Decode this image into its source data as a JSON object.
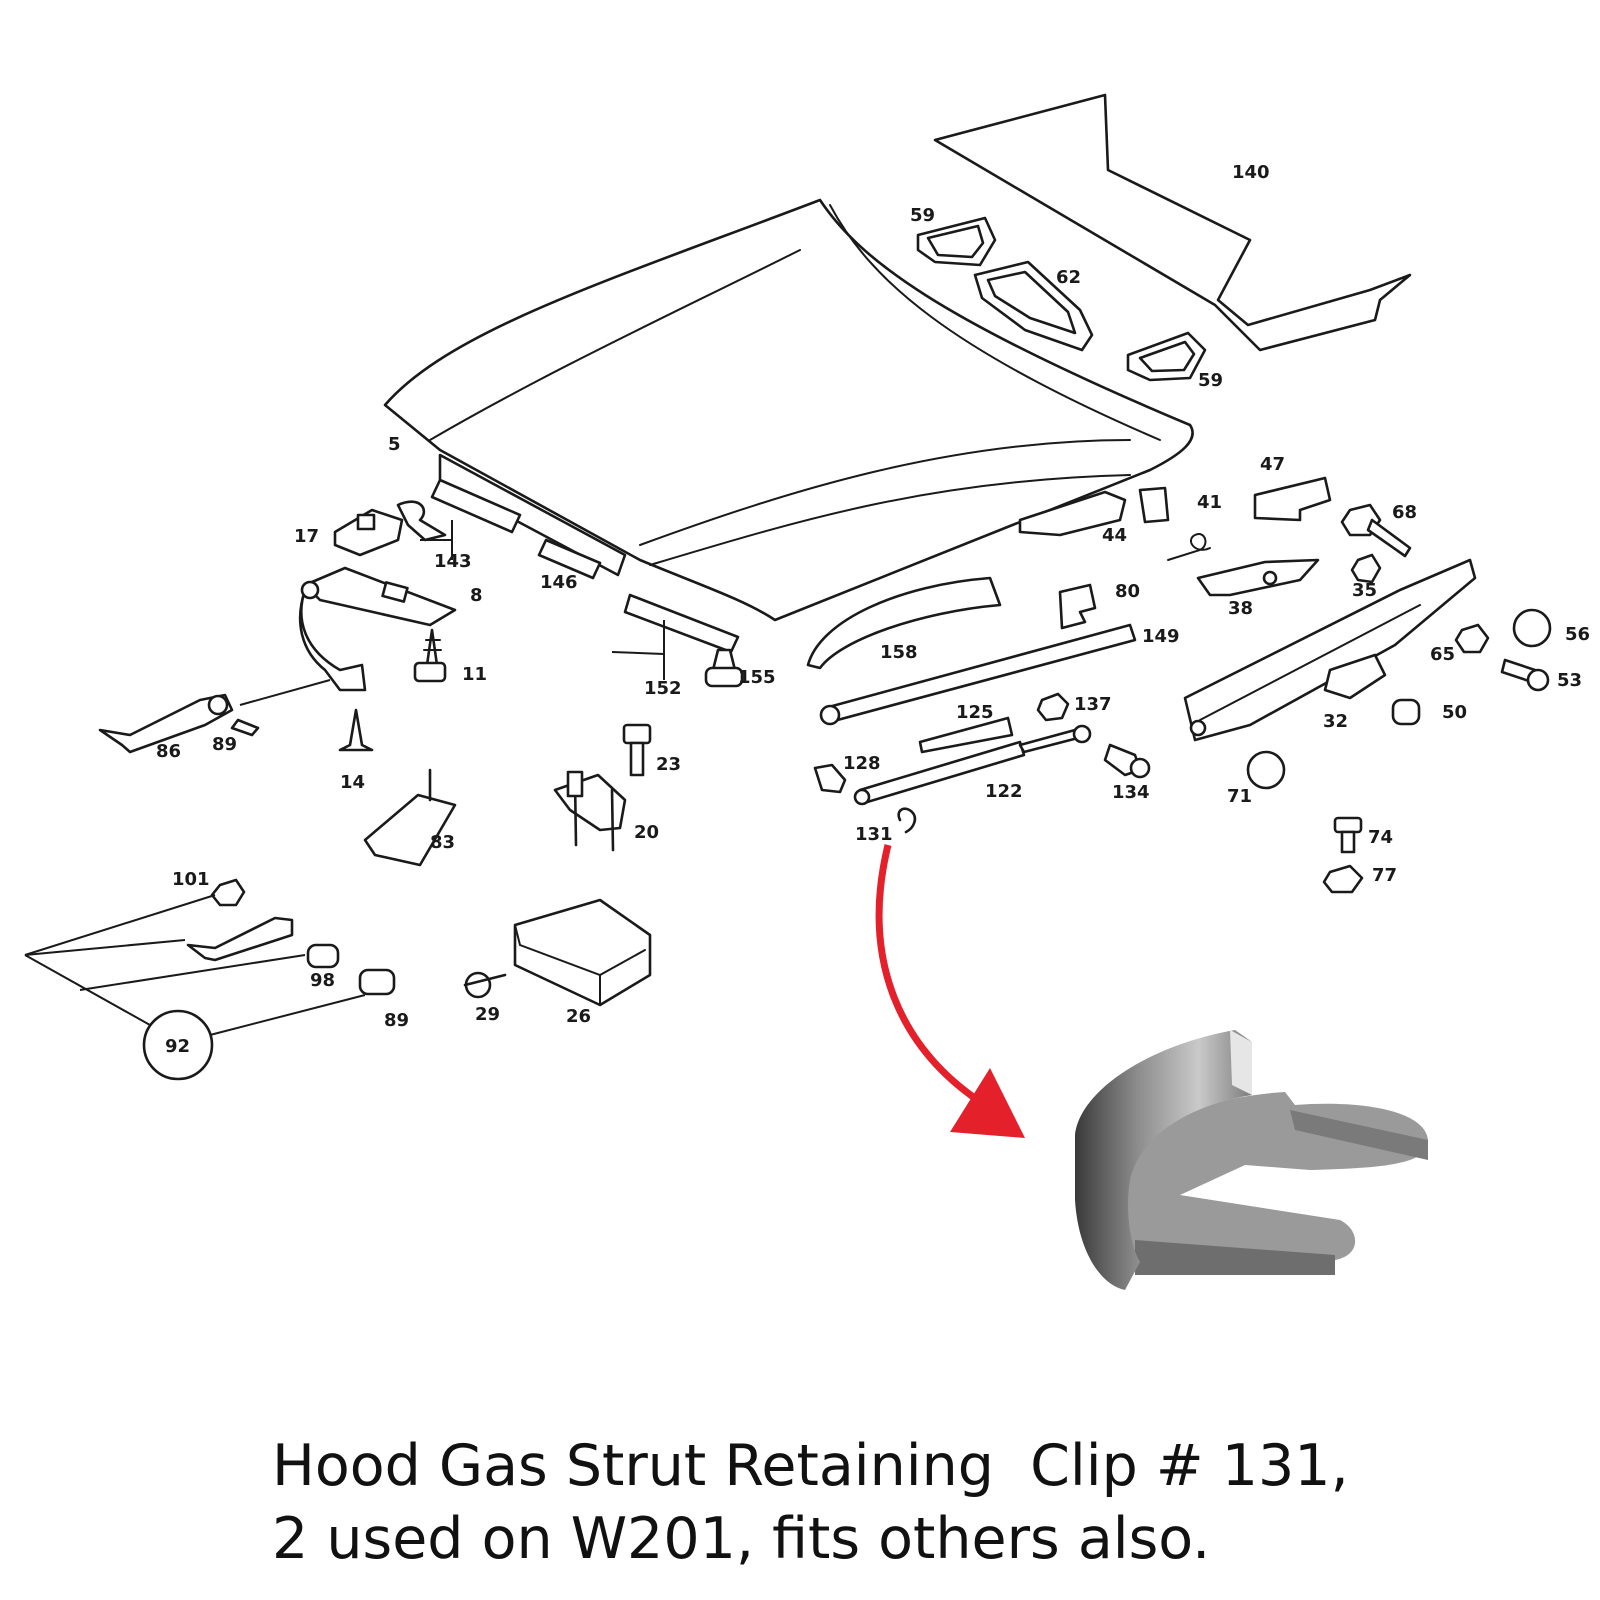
{
  "callouts": [
    {
      "id": "140"
    },
    {
      "id": "59"
    },
    {
      "id": "62"
    },
    {
      "id": "59b",
      "text": "59"
    },
    {
      "id": "5"
    },
    {
      "id": "47"
    },
    {
      "id": "41"
    },
    {
      "id": "68"
    },
    {
      "id": "44"
    },
    {
      "id": "17"
    },
    {
      "id": "143"
    },
    {
      "id": "8"
    },
    {
      "id": "146"
    },
    {
      "id": "35"
    },
    {
      "id": "38"
    },
    {
      "id": "80"
    },
    {
      "id": "149"
    },
    {
      "id": "56"
    },
    {
      "id": "65"
    },
    {
      "id": "53"
    },
    {
      "id": "11"
    },
    {
      "id": "158"
    },
    {
      "id": "152"
    },
    {
      "id": "155"
    },
    {
      "id": "125"
    },
    {
      "id": "137"
    },
    {
      "id": "50"
    },
    {
      "id": "32"
    },
    {
      "id": "86"
    },
    {
      "id": "89"
    },
    {
      "id": "14"
    },
    {
      "id": "23"
    },
    {
      "id": "128"
    },
    {
      "id": "122"
    },
    {
      "id": "134"
    },
    {
      "id": "71"
    },
    {
      "id": "83"
    },
    {
      "id": "20"
    },
    {
      "id": "131"
    },
    {
      "id": "74"
    },
    {
      "id": "77"
    },
    {
      "id": "101"
    },
    {
      "id": "98"
    },
    {
      "id": "89b",
      "text": "89"
    },
    {
      "id": "29"
    },
    {
      "id": "26"
    },
    {
      "id": "92"
    }
  ],
  "caption": {
    "line1": "Hood Gas Strut Retaining  Clip # 131,",
    "line2": "2 used on W201, fits others also."
  },
  "colors": {
    "arrow": "#e4202a",
    "ink": "#1a1a1a",
    "clip_metal": "#9a9a9a"
  }
}
